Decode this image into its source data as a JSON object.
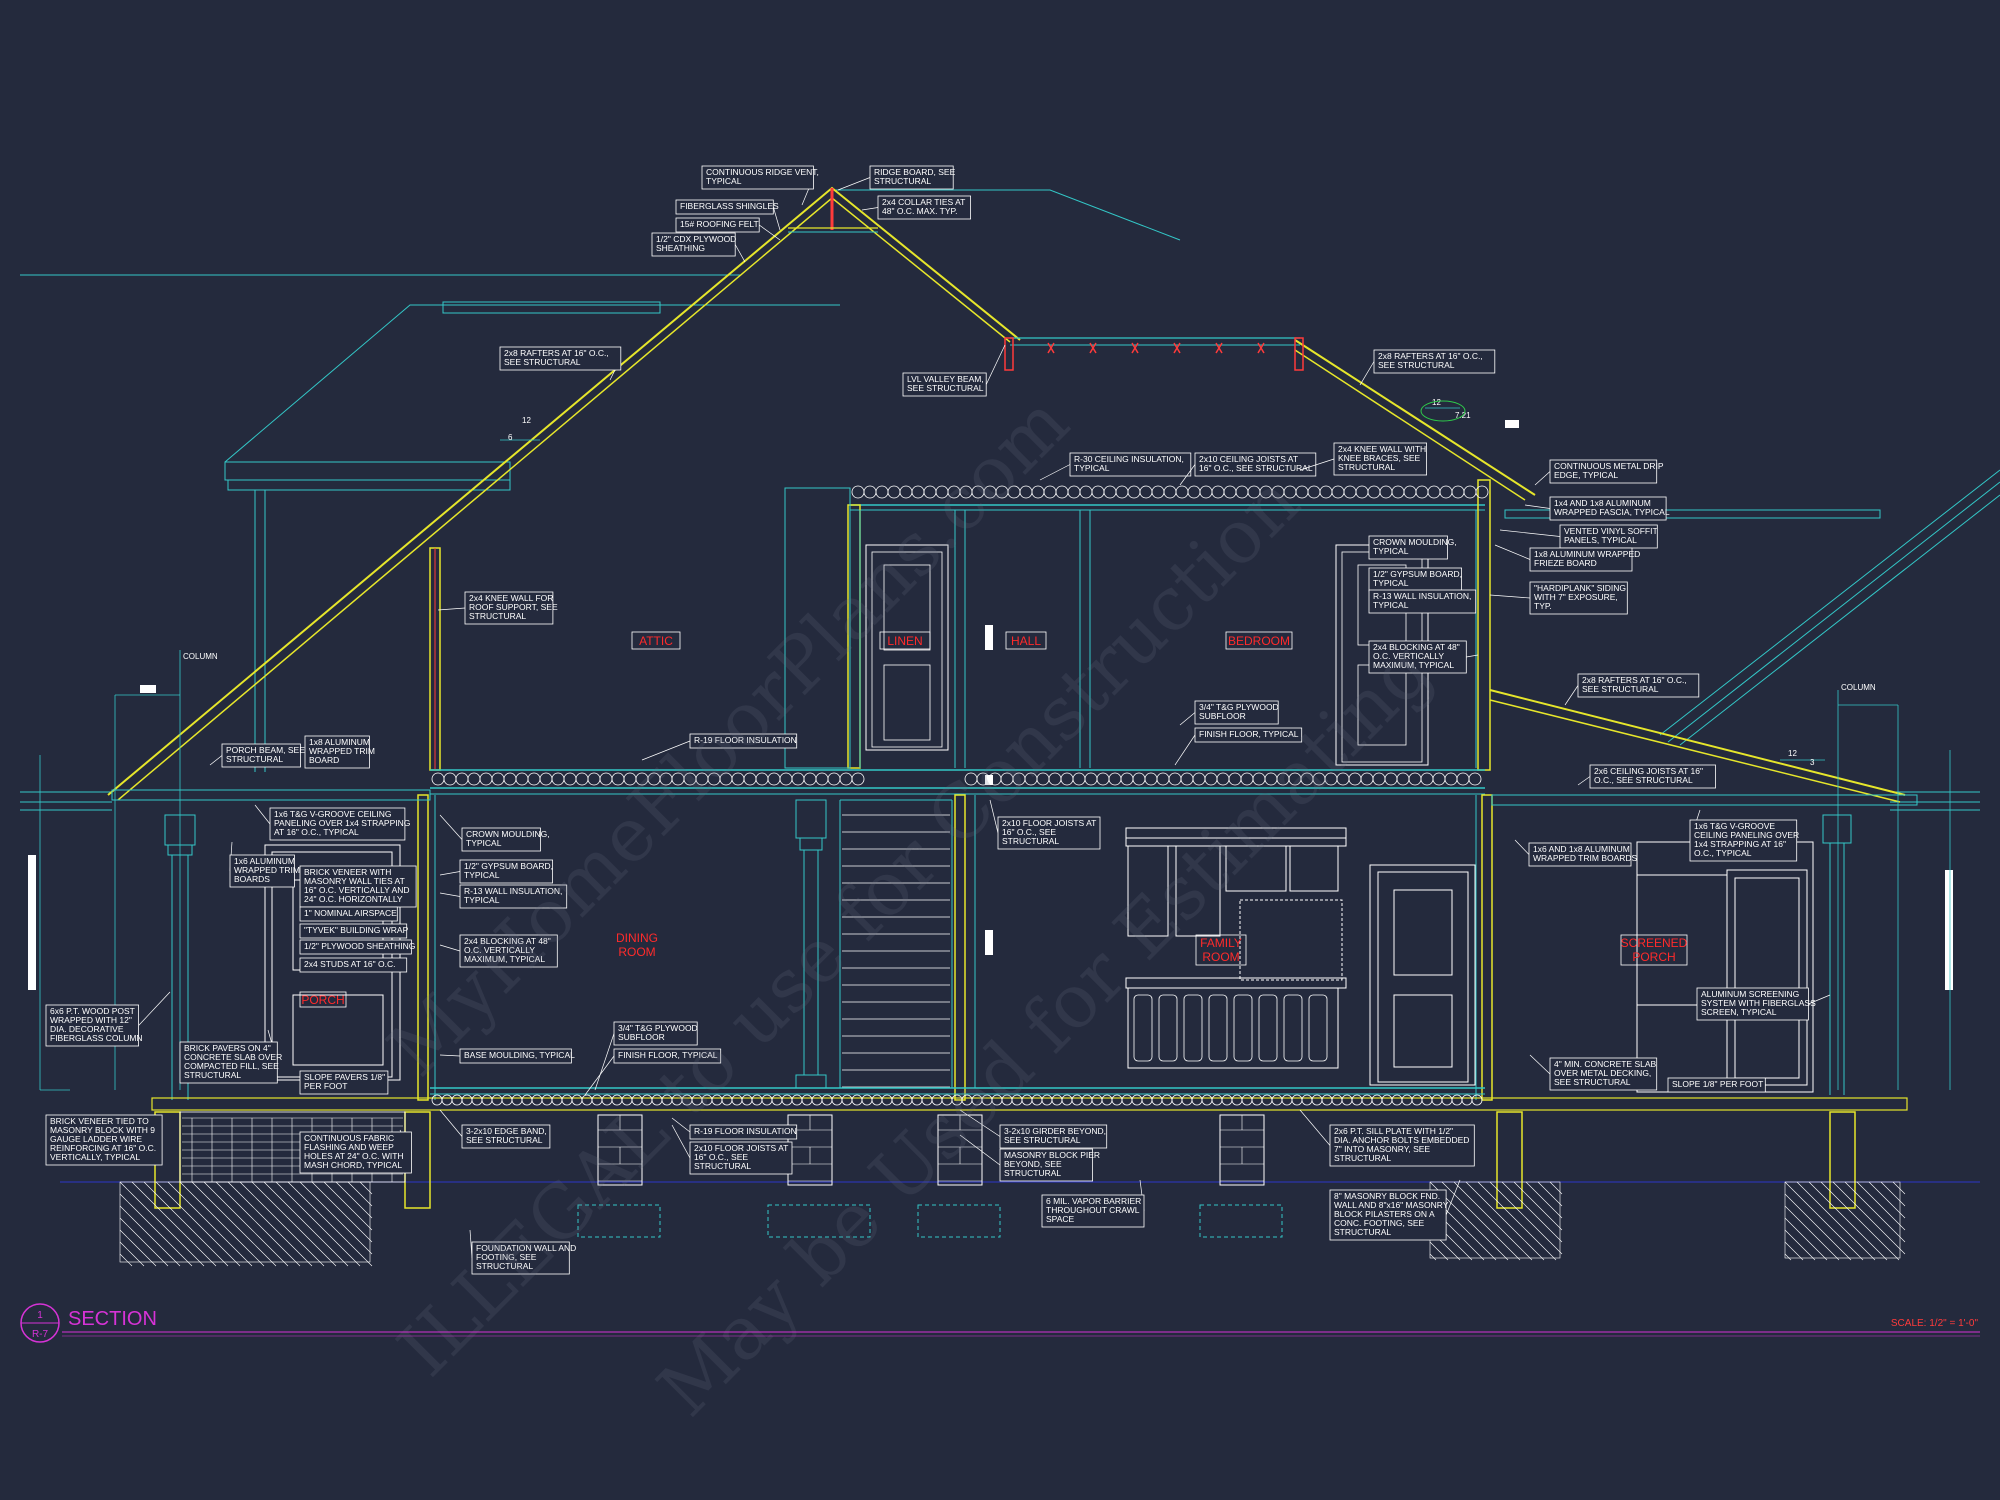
{
  "drawing": {
    "title": "SECTION",
    "detail_tag_top": "1",
    "detail_tag_bottom": "R-7",
    "scale": "SCALE: 1/2\" = 1'-0\""
  },
  "watermarks": [
    "MyHomeFloorPlans.com",
    "ILLEGAL to use for Construction",
    "May be Used for Estimating"
  ],
  "rooms": {
    "attic": "ATTIC",
    "linen": "LINEN",
    "hall": "HALL",
    "bedroom": "BEDROOM",
    "dining_a": "DINING",
    "dining_b": "ROOM",
    "porch": "PORCH",
    "family_a": "FAMILY",
    "family_b": "ROOM",
    "screened_a": "SCREENED",
    "screened_b": "PORCH"
  },
  "dimensions": {
    "pitch_rise_left": "6",
    "pitch_run_left": "12",
    "pitch_run_right": "12",
    "pitch_rise_right": "7.21",
    "pitch_run_porch": "12",
    "pitch_rise_porch": "3",
    "column_left": "COLUMN",
    "column_right": "COLUMN"
  },
  "notes": [
    [
      "CONTINUOUS RIDGE VENT,",
      "TYPICAL"
    ],
    [
      "RIDGE BOARD, SEE",
      "STRUCTURAL"
    ],
    [
      "FIBERGLASS SHINGLES"
    ],
    [
      "15# ROOFING FELT"
    ],
    [
      "2x4 COLLAR TIES AT",
      "48\" O.C. MAX. TYP."
    ],
    [
      "1/2\" CDX PLYWOOD",
      "SHEATHING"
    ],
    [
      "2x8 RAFTERS AT 16\" O.C.,",
      "SEE STRUCTURAL"
    ],
    [
      "LVL VALLEY BEAM,",
      "SEE STRUCTURAL"
    ],
    [
      "2x8 RAFTERS AT 16\" O.C.,",
      "SEE STRUCTURAL"
    ],
    [
      "R-30 CEILING INSULATION,",
      "TYPICAL"
    ],
    [
      "2x10 CEILING JOISTS AT",
      "16\" O.C., SEE STRUCTURAL"
    ],
    [
      "2x4 KNEE WALL WITH",
      "KNEE BRACES, SEE",
      "STRUCTURAL"
    ],
    [
      "CONTINUOUS METAL DRIP",
      "EDGE, TYPICAL"
    ],
    [
      "1x4 AND 1x8 ALUMINUM",
      "WRAPPED FASCIA, TYPICAL"
    ],
    [
      "VENTED VINYL SOFFIT",
      "PANELS, TYPICAL"
    ],
    [
      "1x8 ALUMINUM WRAPPED",
      "FRIEZE BOARD"
    ],
    [
      "CROWN MOULDING,",
      "TYPICAL"
    ],
    [
      "1/2\" GYPSUM BOARD,",
      "TYPICAL"
    ],
    [
      "R-13 WALL INSULATION,",
      "TYPICAL"
    ],
    [
      "\"HARDIPLANK\" SIDING",
      "WITH 7\" EXPOSURE,",
      "TYP."
    ],
    [
      "2x4 BLOCKING AT 48\"",
      "O.C. VERTICALLY",
      "MAXIMUM, TYPICAL"
    ],
    [
      "2x4 KNEE WALL FOR",
      "ROOF SUPPORT, SEE",
      "STRUCTURAL"
    ],
    [
      "2x8 RAFTERS AT 16\" O.C.,",
      "SEE STRUCTURAL"
    ],
    [
      "3/4\" T&G PLYWOOD",
      "SUBFLOOR"
    ],
    [
      "FINISH FLOOR, TYPICAL"
    ],
    [
      "R-19 FLOOR INSULATION"
    ],
    [
      "PORCH BEAM, SEE",
      "STRUCTURAL"
    ],
    [
      "1x8 ALUMINUM",
      "WRAPPED TRIM",
      "BOARD"
    ],
    [
      "2x6 CEILING JOISTS AT 16\"",
      "O.C., SEE STRUCTURAL"
    ],
    [
      "1x6 T&G V-GROOVE CEILING",
      "PANELING OVER 1x4 STRAPPING",
      "AT 16\" O.C., TYPICAL"
    ],
    [
      "1x6 T&G V-GROOVE",
      "CEILING PANELING OVER",
      "1x4 STRAPPING AT 16\"",
      "O.C., TYPICAL"
    ],
    [
      "1x6 ALUMINUM",
      "WRAPPED TRIM",
      "BOARDS"
    ],
    [
      "CROWN MOULDING,",
      "TYPICAL"
    ],
    [
      "2x10 FLOOR JOISTS AT",
      "16\" O.C., SEE",
      "STRUCTURAL"
    ],
    [
      "1x6 AND 1x8 ALUMINUM",
      "WRAPPED TRIM BOARDS"
    ],
    [
      "BRICK VENEER WITH",
      "MASONRY WALL TIES AT",
      "16\" O.C. VERTICALLY AND",
      "24\" O.C. HORIZONTALLY"
    ],
    [
      "1/2\" GYPSUM BOARD,",
      "TYPICAL"
    ],
    [
      "1\" NOMINAL AIRSPACE"
    ],
    [
      "R-13 WALL INSULATION,",
      "TYPICAL"
    ],
    [
      "\"TYVEK\" BUILDING WRAP"
    ],
    [
      "1/2\" PLYWOOD SHEATHING"
    ],
    [
      "2x4 BLOCKING AT 48\"",
      "O.C. VERTICALLY",
      "MAXIMUM, TYPICAL"
    ],
    [
      "2x4 STUDS AT 16\" O.C."
    ],
    [
      "6x6 P.T. WOOD POST",
      "WRAPPED WITH 12\"",
      "DIA. DECORATIVE",
      "FIBERGLASS COLUMN"
    ],
    [
      "ALUMINUM SCREENING",
      "SYSTEM WITH FIBERGLASS",
      "SCREEN, TYPICAL"
    ],
    [
      "BRICK PAVERS ON 4\"",
      "CONCRETE SLAB OVER",
      "COMPACTED FILL, SEE",
      "STRUCTURAL"
    ],
    [
      "3/4\" T&G PLYWOOD",
      "SUBFLOOR"
    ],
    [
      "FINISH FLOOR, TYPICAL"
    ],
    [
      "BASE MOULDING, TYPICAL"
    ],
    [
      "SLOPE PAVERS 1/8\"",
      "PER FOOT"
    ],
    [
      "4\" MIN. CONCRETE SLAB",
      "OVER METAL DECKING,",
      "SEE STRUCTURAL"
    ],
    [
      "SLOPE 1/8\" PER FOOT"
    ],
    [
      "BRICK VENEER TIED TO",
      "MASONRY BLOCK WITH 9",
      "GAUGE LADDER WIRE",
      "REINFORCING AT 16\" O.C.",
      "VERTICALLY, TYPICAL"
    ],
    [
      "CONTINUOUS FABRIC",
      "FLASHING AND WEEP",
      "HOLES AT 24\" O.C. WITH",
      "MASH CHORD, TYPICAL"
    ],
    [
      "3-2x10 EDGE BAND,",
      "SEE STRUCTURAL"
    ],
    [
      "R-19 FLOOR INSULATION"
    ],
    [
      "2x10 FLOOR JOISTS AT",
      "16\" O.C., SEE",
      "STRUCTURAL"
    ],
    [
      "3-2x10 GIRDER BEYOND,",
      "SEE STRUCTURAL"
    ],
    [
      "MASONRY BLOCK PIER",
      "BEYOND, SEE",
      "STRUCTURAL"
    ],
    [
      "2x6 P.T. SILL PLATE WITH 1/2\"",
      "DIA. ANCHOR BOLTS EMBEDDED",
      "7\" INTO MASONRY, SEE",
      "STRUCTURAL"
    ],
    [
      "6 MIL. VAPOR BARRIER",
      "THROUGHOUT CRAWL",
      "SPACE"
    ],
    [
      "8\" MASONRY BLOCK FND.",
      "WALL AND 8\"x16\" MASONRY",
      "BLOCK PILASTERS ON A",
      "CONC. FOOTING, SEE",
      "STRUCTURAL"
    ],
    [
      "FOUNDATION WALL AND",
      "FOOTING, SEE",
      "STRUCTURAL"
    ]
  ]
}
